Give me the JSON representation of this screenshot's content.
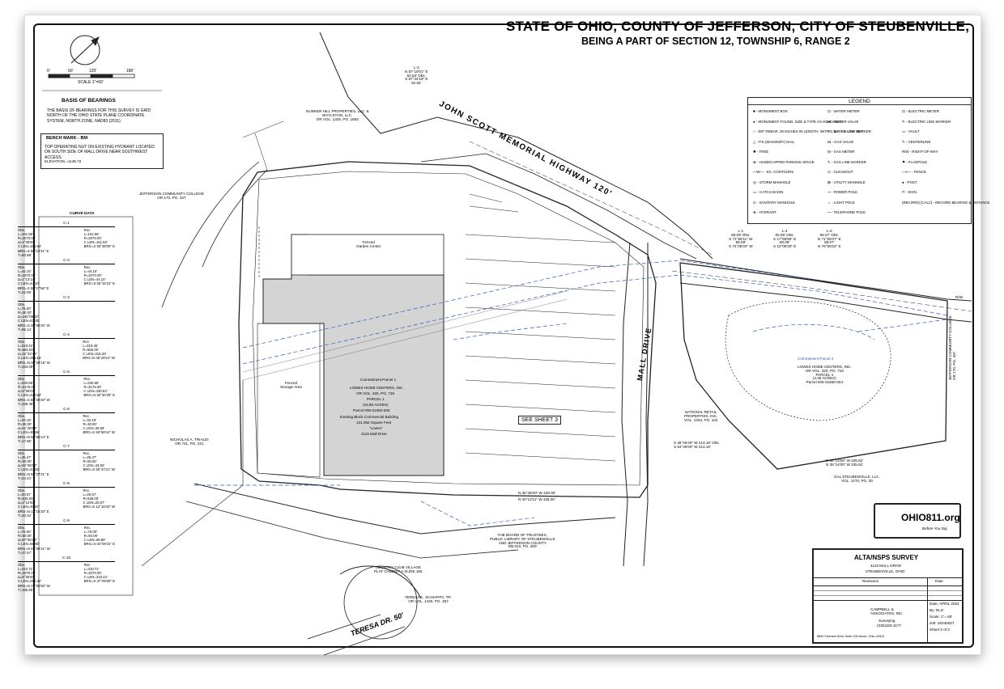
{
  "header": {
    "title": "STATE OF OHIO, COUNTY OF JEFFERSON, CITY OF STEUBENVILLE,",
    "subtitle": "BEING A PART OF SECTION 12, TOWNSHIP 6, RANGE 2"
  },
  "scale": {
    "ticks": [
      "0'",
      "60'",
      "120'",
      "180'"
    ],
    "label": "SCALE 1\"=60'"
  },
  "basis": {
    "title": "BASIS OF BEARINGS",
    "text": "THE BASIS OF BEARINGS FOR THIS SURVEY IS GRID NORTH OF THE OHIO STATE PLANE COORDINATE SYSTEM, NORTH ZONE, NAD83 (2011)."
  },
  "benchmark": {
    "title": "BENCH MARK - BM",
    "text": "TOP OPERATING NUT ON EXISTING HYDRANT LOCATED ON SOUTH SIDE OF MALL DRIVE NEAR SOUTHWEST ACCESS.",
    "elevation": "ELEVATION =1135.72"
  },
  "curve_data": {
    "title": "CURVE DATA",
    "curves": [
      {
        "id": "C-1",
        "obs": "Obs.\nL=161.88'\nR=2070.00'\nΔ=4°28'50\"\nC LEN=161.84'\nBRG=S 50°23'31\" E\nT=80.98'",
        "rec": "Rec.\nL=161.86'\nR=2070.00'\nC LEN=161.82'\nBRG=S 50°38'00\" E"
      },
      {
        "id": "C-2",
        "obs": "Obs.\nL=44.10'\nR=2070.00'\nΔ=1°13'14\"\nC LEN=44.10'\nBRG=S 50°17'56\" E\nT=22.05'",
        "rec": "Rec.\nL=44.10'\nR=2070.00'\nC LEN=44.10'\nBRG=S 50°16'21\" E"
      },
      {
        "id": "C-3",
        "obs": "Obs.\nL=76.00'\nR=30.00'\nΔ=145°09'03\"\nC LEN=57.35'\nBRG=S 20°00'45\" W\nT=95.14'",
        "rec": ""
      },
      {
        "id": "C-4",
        "obs": "Obs.\nL=319.42'\nR=565.00'\nΔ=32°23'40\"\nC LEN=315.16'\nBRG=N 06°28'18\" W\nT=164.09'",
        "rec": "Rec.\nL=319.45'\nR=565.00'\nC LEN=315.20'\nBRG=N 06°28'24\" W"
      },
      {
        "id": "C-5",
        "obs": "Obs.\nL=330.68'\nR=3175.00'\nΔ=5°58'03\"\nC LEN=330.53'\nBRG=S 60°30'28\" W\nT=165.49'",
        "rec": "Rec.\nL=330.68'\nR=3175.00'\nC LEN=330.53'\nBRG=N 60°30'28\" E"
      },
      {
        "id": "C-6",
        "obs": "Obs.\nL=32.19'\nR=30.00'\nΔ=61°28'59\"\nC LEN=30.66'\nBRG=N 50°58'44\" E\nT=17.85'",
        "rec": "Rec.\nL=32.19'\nR=30.00'\nC LEN=30.66'\nBRG=S 50°58'44\" W"
      },
      {
        "id": "C-7",
        "obs": "Obs.\nL=45.47'\nR=50.00'\nΔ=52°06'04\"\nC LEN=43.92'\nBRG=N 55°37'21\" E\nT=24.44'",
        "rec": "Rec.\nL=45.47'\nR=50.00'\nC LEN=43.92'\nBRG=S 55°37'21\" W"
      },
      {
        "id": "C-8",
        "obs": "Obs.\nL=20.67'\nR=535.00'\nΔ=2°12'50\"\nC LEN=20.67'\nBRG=N 12°15'20\" E\nT=10.34'",
        "rec": "Rec.\nL=20.67'\nR=535.00'\nC LEN=20.67'\nBRG=S 12°15'20\" W"
      },
      {
        "id": "C-9",
        "obs": "Obs.\nL=76.00'\nR=50.00'\nΔ=87°05'24\"\nC LEN=68.90'\nBRG=N 04°09'41\" W\nT=47.57'",
        "rec": "Rec.\nL=76.00'\nR=50.00'\nC LEN=68.90'\nBRG=S 04°09'41\" E"
      },
      {
        "id": "C-10",
        "obs": "Obs.\nL=310.71'\nR=2070.00'\nΔ=8°35'60\"\nC LEN=310.42'\nBRG=N 37°05'50\" W\nT=155.65'",
        "rec": "Rec.\nL=310.71'\nR=2070.00'\nC LEN=310.42'\nBRG=S 37°05'50\" E"
      }
    ]
  },
  "legend": {
    "title": "LEGEND",
    "items": [
      "■ - MONUMENT BOX",
      "● - MONUMENT FOUND, SIZE & TYPE AS INDICATED",
      "○ - 5/8\" REBAR, 30 INCHES IN LENGTH, WITH C.B.A. I.D. CAP SET",
      "△ - P.K.(MASONRY) NAIL",
      "✱ - TREE",
      "⊕ - HANDICAPPED PARKING SPACE",
      "—W— - EX. CONTOURS",
      "◎ - STORM MANHOLE",
      "▭ - CATCH BASIN",
      "⊙ - SANITARY MANHOLE",
      "⊗ - HYDRANT",
      "⊡ - WATER METER",
      "⋈ - WATER VALVE",
      "✎ - WATER LINE MARKER",
      "⋈ - GAS VALVE",
      "⊟ - GAS METER",
      "✎ - GAS LINE MARKER",
      "⊙ - CLEANOUT",
      "⊠ - UTILITY MANHOLE",
      "⊸ - POWER POLE",
      "☼ - LIGHT POLE",
      "⊸ - TELEPHONE POLE",
      "⊡ - ELECTRIC METER",
      "✎ - ELECTRIC LINE MARKER",
      "▭ - VAULT",
      "✎ - CENTERLINE",
      "R/W - RIGHT-OF-WAY",
      "⚑ - FLAGPOLE",
      "—x— - FENCE",
      "● - POST",
      "⊓ - SIGN",
      "(RECORD) [CALC] - RECORD BEARING & DISTANCE"
    ]
  },
  "plan_labels": {
    "road1": "JOHN SCOTT MEMORIAL HIGHWAY 120'",
    "road2": "MALL DRIVE",
    "road3": "TERESA DR. 50'",
    "sheet_ref": "SEE SHEET 3",
    "parcel1": "Commitment Parcel 1",
    "owner1": "LOWES HOME CENTERS, INC.",
    "owner1_ref": "OR VOL. 320, PG. 718",
    "parcel1_no": "PARCEL 1",
    "parcel1_area": "(15.86 ACRES)",
    "parcel1_id": "Parcel #06-01650-000",
    "building": "Existing Block Commercial Building",
    "building_area": "131,950 Square Feet",
    "building_name": "\"Lowes\"",
    "building_addr": "4115 Mall Drive",
    "garden": "Fenced\nGarden Center",
    "storage": "Fenced\nStorage Area",
    "owner_north": "NUNKER HILL PROPERTIES, LLC. &\nBOYLSTON, LLC.\nOR VOL. 1325, PG. 1653",
    "college": "JEFFERSON COMMUNITY COLLEGE\nOR 170, PG. 337",
    "tribaldi": "NICHOLAS A. TRIALDI\nOR 741, PG. 221",
    "library": "THE BOARD OF TRUSTEES,\nPUBLIC LIBRARY OF STEUBENVILLE\nAND JEFFERSON COUNTY\nDB 610, PG. 509",
    "country_club": "COUNTRY CLUB VILLAGE\nPLAT CABINET A SLIDE 155",
    "schiappa": "TERESA C. SCHIAPPA, TR.\nOR VOL. 1440, PG. 367",
    "national_retail": "NATIONAL RETAIL\nPROPERTIES, INC.\nVOL. 1334, PG. 103",
    "gal": "GAL STEUBENVILLE, LLC.\nVOL. 1270, PG. 30",
    "college_east": "JEFFERSON COMMUNITY COLLEGE\nOR 170, PG. 337",
    "parcel4": "LOWES HOME CENTERS, INC.\nOR VOL. 320, PG. 718\nPARCEL 4\n(4.46 ACRES)\nParcel #06-01650-004",
    "parcel4_comm": "Commitment Parcel 4",
    "l1": "L-1\n69.09' Obs.\nS 71°56'11\" W\n69.09'\nS 74°05'02\" W",
    "l4": "L-4\n60.09' Obs.\nS 17°59'55\" E\n60.09'\nS 13°05'00\" E",
    "l5": "L-5\n69.07' Obs.\nN 71°55'07\" E\n69.07'\nN 76°55'02\" E",
    "l3": "L-3\nN 87°19'01\" E\n52.84' Obs.\nS 87°44'18\" E\n52.84'",
    "south_brg": "N 35°46'00\" W 428.00'",
    "south_brg2": "N 40°13'11\" W 428.00'",
    "east_brg": "S 49°46'29\" W 213.16' Obs.\nS 54°46'00\" W 213.16'",
    "east_brg2": "N 46°13'50\" W 335.52'\nN 35°14'00\" W 335.52'",
    "rw": "R/W"
  },
  "ohio811": {
    "brand": "OHIO811.org",
    "tag": "Before You Dig"
  },
  "title_block": {
    "title": "ALTA/NSPS SURVEY",
    "address1": "4115 MALL DRIVE",
    "address2": "STEUBENVILLE, OHIO",
    "revisions": "Revisions",
    "date_col": "Date",
    "firm": "CAMPBELL &\nASSOCIATES, INC.",
    "firm_sub": "Surveying",
    "firm_phone": "(330)425-1177",
    "firm_addr": "8890 Fairview Drive Suite 105    Akron, Ohio 44313",
    "date": "Date: APRIL 2024",
    "by": "By: DLG",
    "scale": "Scale: 1\"= 60'",
    "job": "Job: 20240027",
    "sheet": "Sheet 2 of 3"
  },
  "colors": {
    "ink": "#111111",
    "blue_annot": "#2f58b8",
    "building_fill": "#d4d4d4"
  }
}
